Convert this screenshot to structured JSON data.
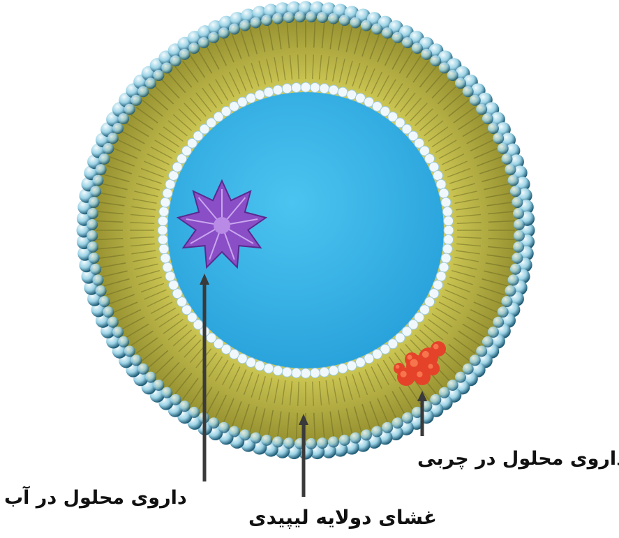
{
  "labels": {
    "fat_soluble_drug": "داروی محلول در چربی",
    "water_soluble_drug": "داروی محلول در آب",
    "lipid_bilayer": "غشای دولایه لیپیدی"
  },
  "colors": {
    "background": "#ffffff",
    "inner_core": "#3ab3e6",
    "lipid_layer": "#c7c24a",
    "lipid_tail": "#7d7a2a",
    "head_outer": "#cfeaf2",
    "head_shadow": "#1f5d78",
    "head_inner": "#f0f8fb",
    "water_drug": "#8a4ec6",
    "fat_drug": "#e4432a",
    "arrow": "#3a3a3a"
  },
  "icons": {
    "water_drug": "purple-flower-molecule",
    "fat_drug": "red-molecule-cluster"
  }
}
